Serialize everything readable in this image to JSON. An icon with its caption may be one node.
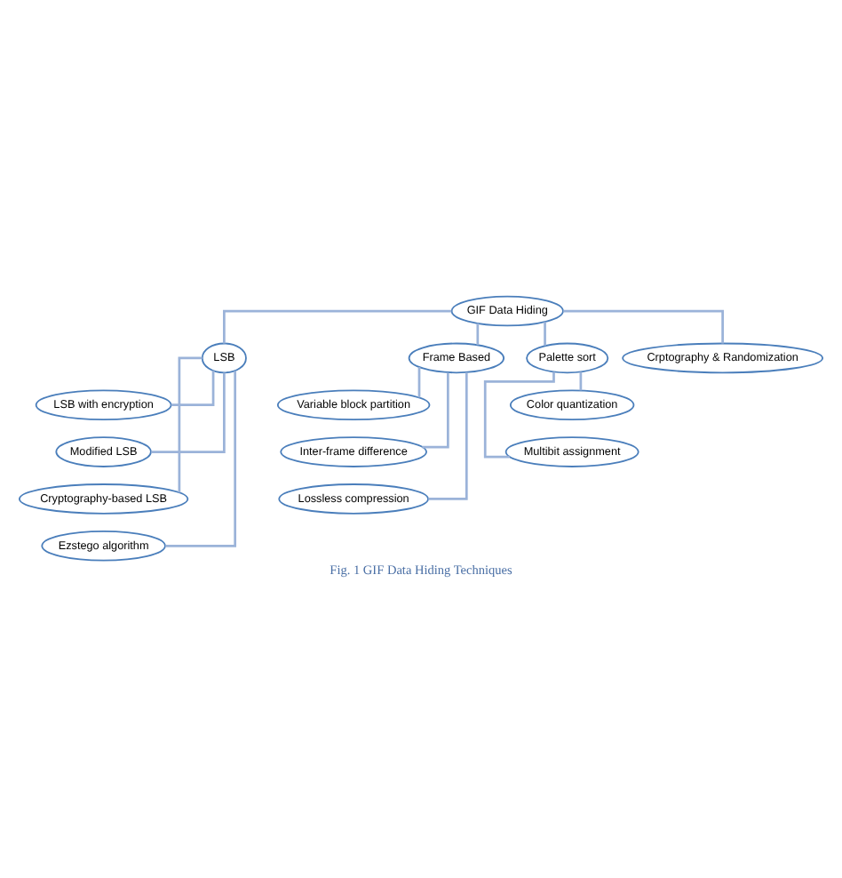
{
  "diagram": {
    "caption": "Fig. 1 GIF Data Hiding Techniques",
    "nodes": [
      {
        "text": [
          "GIF Data Hiding"
        ]
      },
      {
        "text": [
          "LSB"
        ]
      },
      {
        "text": [
          "Frame Based"
        ]
      },
      {
        "text": [
          "Palette sort"
        ]
      },
      {
        "text": [
          "Crptography & Randomization"
        ]
      },
      {
        "text": [
          "LSB with encryption"
        ]
      },
      {
        "text": [
          "Modified LSB"
        ]
      },
      {
        "text": [
          "Cryptography-based LSB"
        ]
      },
      {
        "text": [
          "Ezstego algorithm"
        ]
      },
      {
        "text": [
          "Variable block partition"
        ]
      },
      {
        "text": [
          "Inter-frame difference"
        ]
      },
      {
        "text": [
          "Lossless compression"
        ]
      },
      {
        "text": [
          "Color quantization"
        ]
      },
      {
        "text": [
          "Multibit assignment"
        ]
      }
    ],
    "edges": [
      {
        "from": 0,
        "to": 1,
        "arrow": "none"
      },
      {
        "from": 0,
        "to": 2,
        "arrow": "none"
      },
      {
        "from": 0,
        "to": 3,
        "arrow": "none"
      },
      {
        "from": 0,
        "to": 4,
        "arrow": "none"
      },
      {
        "from": 1,
        "to": 5,
        "arrow": "none"
      },
      {
        "from": 1,
        "to": 6,
        "arrow": "none"
      },
      {
        "from": 1,
        "to": 7,
        "arrow": "none"
      },
      {
        "from": 1,
        "to": 8,
        "arrow": "none"
      },
      {
        "from": 2,
        "to": 9,
        "arrow": "none"
      },
      {
        "from": 2,
        "to": 10,
        "arrow": "none"
      },
      {
        "from": 2,
        "to": 11,
        "arrow": "none"
      },
      {
        "from": 3,
        "to": 12,
        "arrow": "none"
      },
      {
        "from": 3,
        "to": 13,
        "arrow": "none"
      }
    ]
  }
}
